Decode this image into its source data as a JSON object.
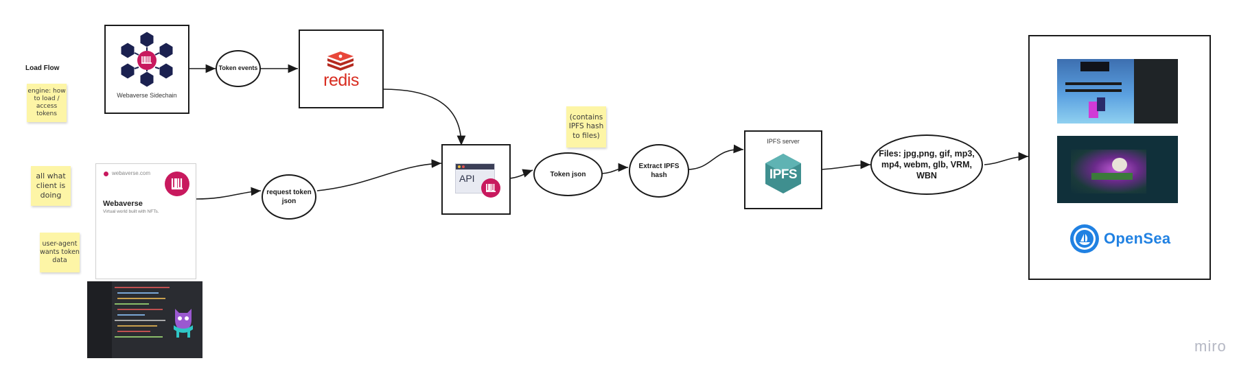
{
  "title": "Load Flow",
  "notes": {
    "engine": "engine: how to load / access tokens",
    "client": "all what client is doing",
    "useragent": "user-agent wants token data",
    "ipfs_hash": "(contains IPFS hash to files)"
  },
  "nodes": {
    "sidechain_label": "Webaverse Sidechain",
    "redis_label": "redis",
    "token_events": "Token events",
    "request_token_json": "request token json",
    "api_label": "API",
    "token_json": "Token json",
    "extract_ipfs": "Extract IPFS hash",
    "ipfs_server_label": "IPFS server",
    "ipfs_logo_text": "IPFS",
    "files": "Files: jpg,png, gif, mp3, mp4, webm, glb, VRM, WBN",
    "opensea_label": "OpenSea"
  },
  "webaverse_card": {
    "url": "webaverse.com",
    "title": "Webaverse",
    "subtitle": "Virtual world built with NFTs."
  },
  "watermark": "miro",
  "colors": {
    "sticky": "#fdf5a6",
    "webaverse_pink": "#c8195e",
    "redis_red": "#d82c20",
    "ipfs_teal": "#3f8f8f",
    "opensea_blue": "#2081e2"
  }
}
